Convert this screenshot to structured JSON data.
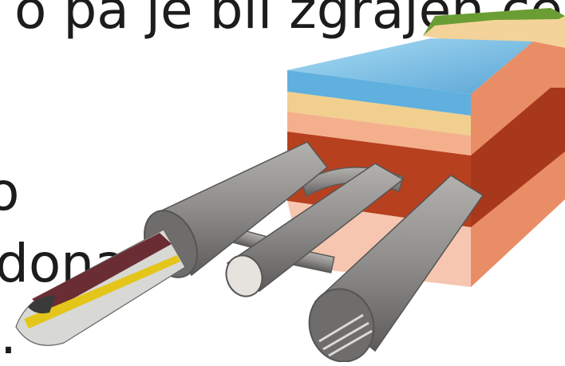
{
  "slide": {
    "lines": [
      "o pa je bil zgrajen čez",
      "o",
      "dona",
      "."
    ]
  },
  "illustration": {
    "layers": {
      "sea": "#7cbfe4",
      "sand": "#f1cf8f",
      "clay_light": "#f4b08c",
      "clay_dark": "#b7401f",
      "chalk": "#f6c6b0",
      "grass": "#6a9e34"
    },
    "tunnel_color": "#8f8d8b",
    "train": {
      "body": "#d8d8d4",
      "stripe": "#e4c51a",
      "roof": "#6b2d34"
    }
  }
}
